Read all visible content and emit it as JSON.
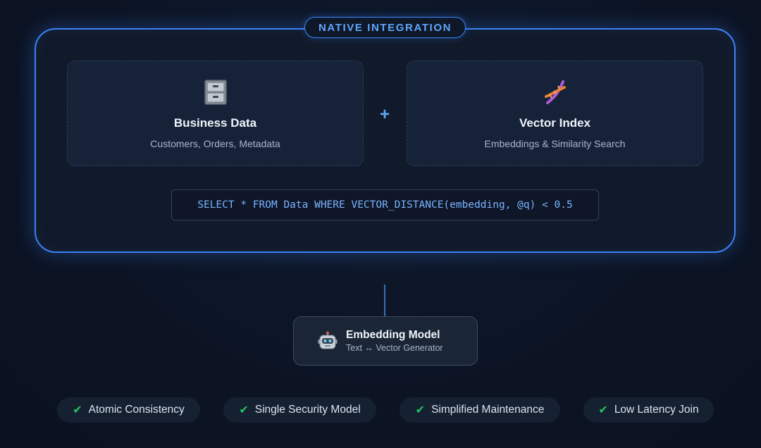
{
  "badge": "NATIVE INTEGRATION",
  "cards": [
    {
      "title": "Business Data",
      "subtitle": "Customers, Orders, Metadata",
      "icon": "file-cabinet-icon"
    },
    {
      "title": "Vector Index",
      "subtitle": "Embeddings & Similarity Search",
      "icon": "dna-icon"
    }
  ],
  "plus": "+",
  "query": "SELECT * FROM Data WHERE VECTOR_DISTANCE(embedding, @q) < 0.5",
  "model": {
    "title": "Embedding Model",
    "subtitle": "Text ↔ Vector Generator",
    "icon": "robot-icon"
  },
  "features": [
    {
      "check": "✔",
      "label": "Atomic Consistency"
    },
    {
      "check": "✔",
      "label": "Single Security Model"
    },
    {
      "check": "✔",
      "label": "Simplified Maintenance"
    },
    {
      "check": "✔",
      "label": "Low Latency Join"
    }
  ],
  "colors": {
    "accent": "#3b82f6",
    "check": "#22c55e",
    "background": "#0c1424"
  }
}
